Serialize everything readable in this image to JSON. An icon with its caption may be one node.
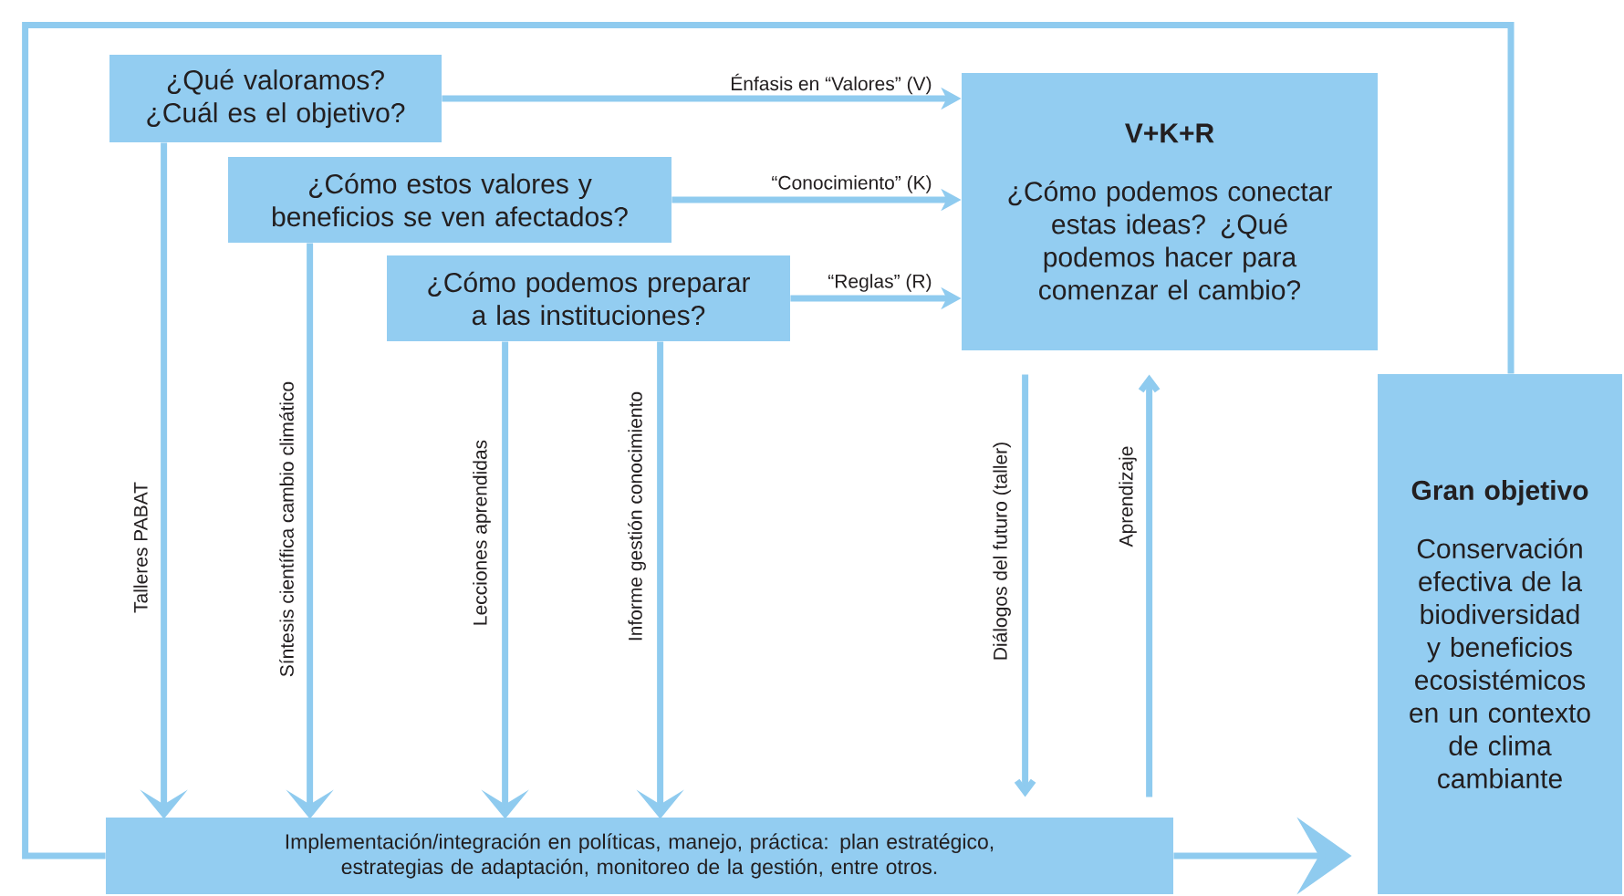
{
  "diagram": {
    "nodes": [
      {
        "text": [
          "¿Qué valoramos? ¿Cuál es el objetivo?"
        ]
      },
      {
        "text": [
          "¿Cómo estos valores y beneficios se ven afectados?"
        ]
      },
      {
        "text": [
          "¿Cómo podemos preparar a las instituciones?"
        ]
      },
      {
        "text": [
          "V+K+R",
          "¿Cómo podemos conectar estas ideas? ¿Qué podemos hacer para comenzar el cambio?"
        ]
      },
      {
        "text": [
          "Gran objetivo",
          "Conservación efectiva de la biodiversidad y beneficios ecosistémicos en un contexto de clima cambiante"
        ]
      },
      {
        "text": [
          "Implementación/integración en políticas, manejo, práctica: plan estratégico, estrategias de adaptación, monitoreo de la gestión, entre otros."
        ]
      }
    ],
    "edges": [
      {
        "from": 0,
        "to": 3,
        "arrow": "to",
        "label": "Énfasis en “Valores” (V)"
      },
      {
        "from": 1,
        "to": 3,
        "arrow": "to",
        "label": "“Conocimiento” (K)"
      },
      {
        "from": 2,
        "to": 3,
        "arrow": "to",
        "label": "“Reglas” (R)"
      },
      {
        "from": 0,
        "to": 5,
        "arrow": "to",
        "label": "Talleres PABAT"
      },
      {
        "from": 1,
        "to": 5,
        "arrow": "to",
        "label": "Síntesis científica cambio climático"
      },
      {
        "from": 2,
        "to": 5,
        "arrow": "to",
        "label": "Lecciones aprendidas"
      },
      {
        "from": 2,
        "to": 5,
        "arrow": "to",
        "label": "Informe gestión conocimiento"
      },
      {
        "from": 3,
        "to": 5,
        "arrow": "to",
        "label": "Diálogos del futuro (taller)"
      },
      {
        "from": 5,
        "to": 3,
        "arrow": "to",
        "label": "Aprendizaje"
      },
      {
        "from": 5,
        "to": 4,
        "arrow": "to"
      },
      {
        "from": 5,
        "to": 4,
        "arrow": "none"
      }
    ]
  }
}
